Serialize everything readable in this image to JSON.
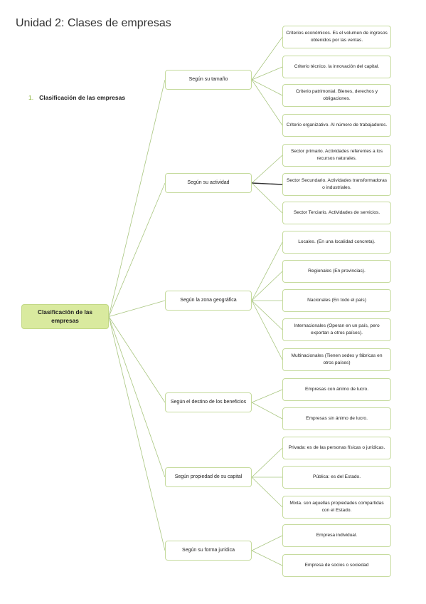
{
  "header": {
    "title": "Unidad 2: Clases de empresas",
    "section_number": "1.",
    "section_title": "Clasificación de las empresas"
  },
  "colors": {
    "connector": "#a9c680",
    "highlight_connector": "#333333",
    "root_fill": "#d9ea9f",
    "box_border": "#c6db9e"
  },
  "diagram": {
    "root": "Clasificación de las empresas",
    "branches": [
      {
        "label": "Según su tamaño",
        "children": [
          "Criterios económicos. Es el volumen de ingresos obtenidos por las ventas.",
          "Criterio técnico. la innovación del capital.",
          "Criterio patrimonial. Bienes, derechos y obligaciones.",
          "Criterio organizativo. Al número de trabajadores."
        ]
      },
      {
        "label": "Según su actividad",
        "children": [
          "Sector primario. Actividades referentes a los recursos naturales.",
          "Sector Secundario. Actividades transformadoras o industriales.",
          "Sector Terciario. Actividades de servicios."
        ]
      },
      {
        "label": "Según la zona geográfica",
        "children": [
          "Locales. (En una localidad concreta).",
          "Regionales (En provincias).",
          "Nacionales (En todo el país)",
          "Internacionales (Operan en un país, pero exportan a otros países).",
          "Multinacionales (Tienen sedes y fábricas en otros países)"
        ]
      },
      {
        "label": "Según el destino de los beneficios",
        "children": [
          "Empresas con ánimo de lucro.",
          "Empresas sin ánimo de lucro."
        ]
      },
      {
        "label": "Según propiedad de su capital",
        "children": [
          "Privada: es de las personas físicas o jurídicas.",
          "Pública: es del Estado.",
          "Mixta. son aquellas propiedades compartidas con el Estado."
        ]
      },
      {
        "label": "Según su forma jurídica",
        "children": [
          "Empresa individual.",
          "Empresa de socios o sociedad"
        ]
      }
    ]
  }
}
